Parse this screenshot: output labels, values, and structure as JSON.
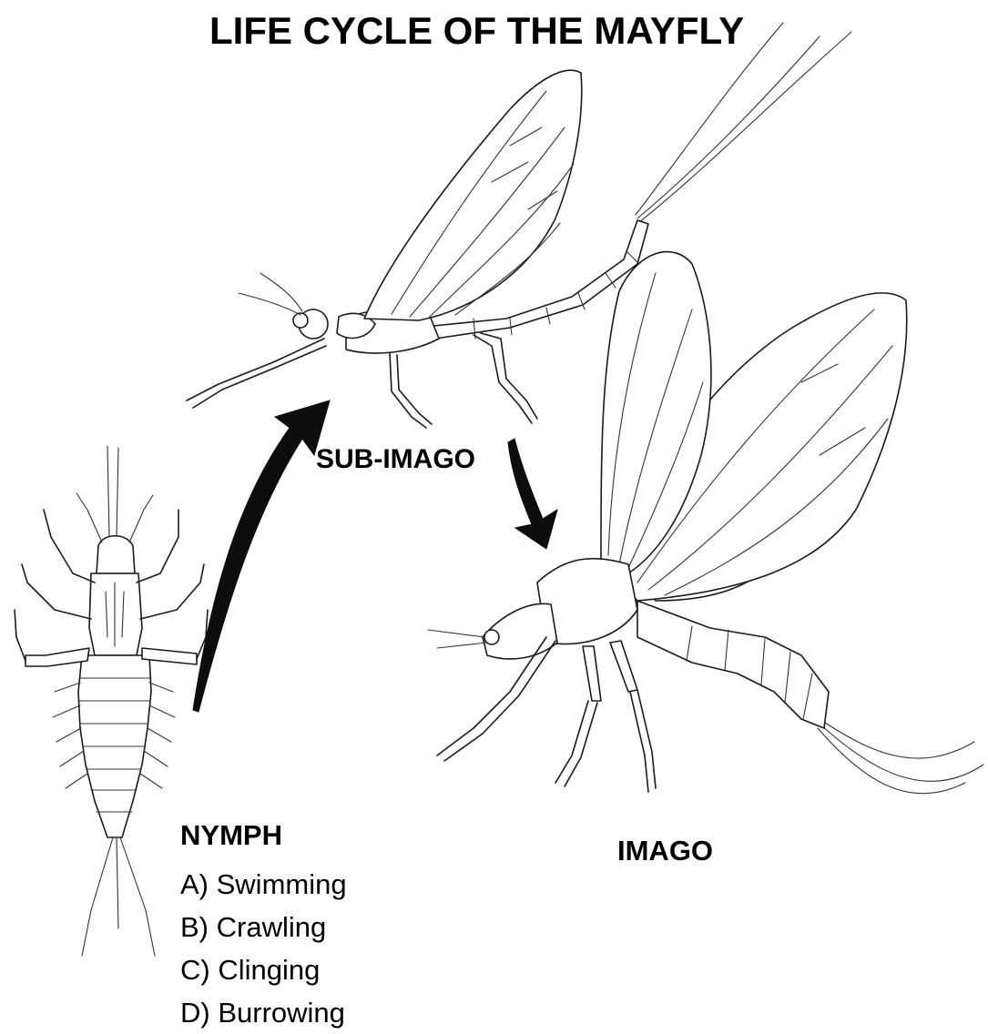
{
  "diagram": {
    "title": "LIFE CYCLE OF THE MAYFLY",
    "stages": {
      "sub_imago": {
        "label": "SUB-IMAGO"
      },
      "imago": {
        "label": "IMAGO"
      },
      "nymph": {
        "label": "NYMPH",
        "types": [
          "A) Swimming",
          "B) Crawling",
          "C) Clinging",
          "D) Burrowing"
        ]
      }
    }
  }
}
